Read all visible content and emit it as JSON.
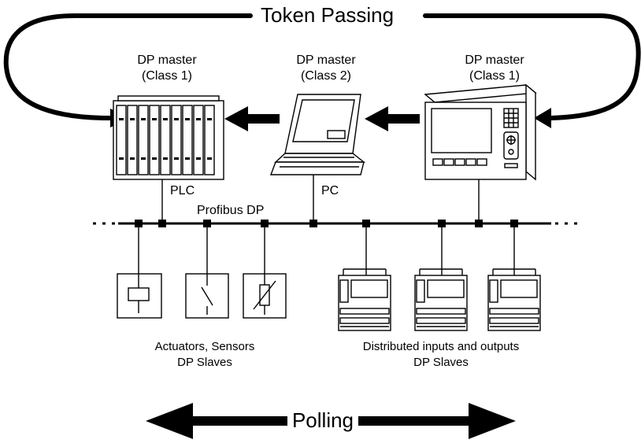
{
  "token_passing_label": "Token Passing",
  "polling_label": "Polling",
  "masters": [
    {
      "role": "DP master",
      "class": "(Class 1)",
      "device": "PLC"
    },
    {
      "role": "DP master",
      "class": "(Class 2)",
      "device": "PC"
    },
    {
      "role": "DP master",
      "class": "(Class 1)",
      "device": ""
    }
  ],
  "bus_label": "Profibus DP",
  "slave_groups": [
    {
      "line1": "Actuators, Sensors",
      "line2": "DP Slaves"
    },
    {
      "line1": "Distributed inputs and outputs",
      "line2": "DP Slaves"
    }
  ],
  "icons": [
    "plc-rack-icon",
    "laptop-pc-icon",
    "operator-panel-icon",
    "relay-coil-icon",
    "switch-contact-icon",
    "variable-resistor-icon",
    "io-module-icon"
  ],
  "colors": {
    "ink": "#000000",
    "panel": "#ffffff"
  }
}
